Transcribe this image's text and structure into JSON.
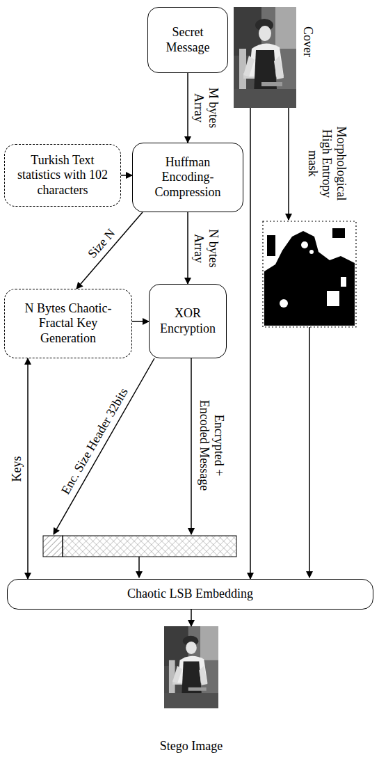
{
  "diagram": {
    "nodes": [
      {
        "text": [
          "Secret Message"
        ]
      },
      {
        "text": [
          "Cover"
        ]
      },
      {
        "text": [
          "Turkish Text statistics with 102 characters"
        ]
      },
      {
        "text": [
          "Huffman Encoding- Compression"
        ]
      },
      {
        "text": [
          "N Bytes Chaotic- Fractal Key Generation"
        ]
      },
      {
        "text": [
          "XOR Encryption"
        ]
      },
      {
        "text": [
          "Chaotic LSB Embedding"
        ]
      },
      {
        "text": [
          "Stego Image"
        ]
      }
    ],
    "edges": [
      {
        "from": 0,
        "to": 3,
        "label": "M bytes Array",
        "arrow": "to"
      },
      {
        "from": 2,
        "to": 3,
        "arrow": "to"
      },
      {
        "from": 3,
        "to": 4,
        "label": "Size N",
        "arrow": "to"
      },
      {
        "from": 3,
        "to": 5,
        "label": "N bytes Array",
        "arrow": "to"
      },
      {
        "from": 4,
        "to": 5,
        "arrow": "to"
      },
      {
        "from": 4,
        "to": 6,
        "label": "Keys",
        "arrow": "both"
      },
      {
        "from": 1,
        "to": 6,
        "arrow": "to"
      },
      {
        "from": 6,
        "to": 7,
        "arrow": "to"
      }
    ],
    "labels": [
      "Morphological High Entropy mask",
      "Enc. Size Header 32bits",
      "Encrypted + Encoded Message"
    ]
  }
}
